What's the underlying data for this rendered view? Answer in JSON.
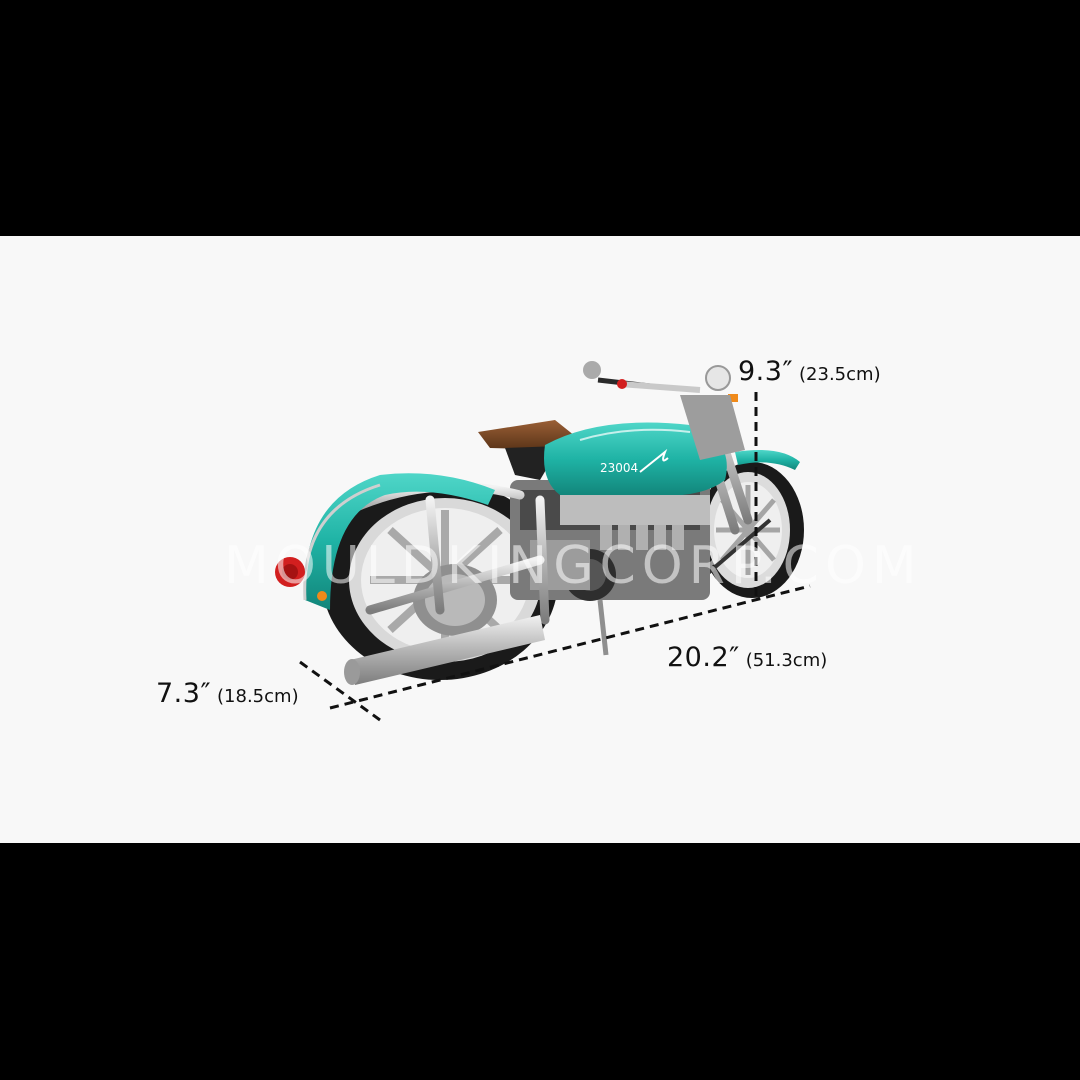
{
  "image": {
    "subject": "Teal brick-built vintage motorcycle model",
    "background": "#f8f8f8",
    "letterbox_color": "#000000",
    "accent_colors": {
      "body_teal": "#1fb3a5",
      "seat_brown": "#7a4a2a",
      "chrome": "#c8c8c8",
      "tire": "#1a1a1a",
      "tail_light": "#d21f1f",
      "indicator": "#f08a1a"
    }
  },
  "model": {
    "tank_number": "23004"
  },
  "dimensions": {
    "height": {
      "imperial": "9.3″",
      "metric": "(23.5cm)"
    },
    "length": {
      "imperial": "20.2″",
      "metric": "(51.3cm)"
    },
    "width": {
      "imperial": "7.3″",
      "metric": "(18.5cm)"
    }
  },
  "watermark": "MOULDKINGCORP.COM"
}
